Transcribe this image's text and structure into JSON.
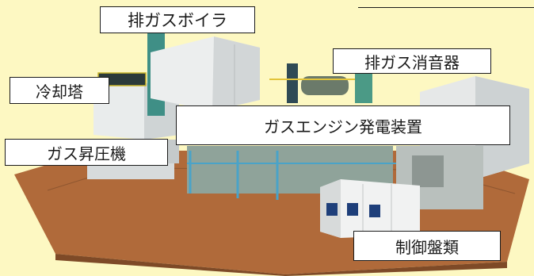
{
  "labels": {
    "exhaust_boiler": "排ガスボイラ",
    "exhaust_silencer": "排ガス消音器",
    "cooling_tower": "冷却塔",
    "gas_engine_generator": "ガスエンジン発電装置",
    "gas_booster": "ガス昇圧機",
    "control_panels": "制御盤類"
  },
  "colors": {
    "background": "#fdf8c2",
    "base_plate": "#b06a3a",
    "enclosure": "#e4e6e6",
    "piping": "#4aa3c8"
  }
}
